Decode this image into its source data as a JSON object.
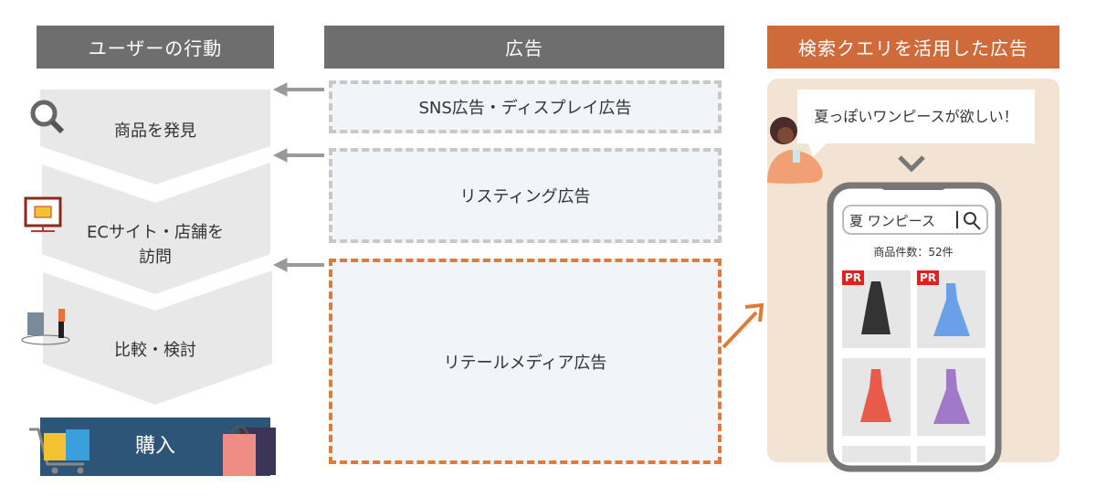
{
  "headers": {
    "user_action": "ユーザーの行動",
    "ads": "広告",
    "query_ads": "検索クエリを活用した広告"
  },
  "steps": [
    {
      "label": "商品を発見",
      "icon": "magnifier-icon"
    },
    {
      "label_line1": "ECサイト・店舗を",
      "label_line2": "訪問",
      "icon": "ec-monitor-icon"
    },
    {
      "label": "比較・検討",
      "icon": "shopper-rack-icon"
    },
    {
      "label": "購入",
      "icon": "shopping-cart-icon"
    }
  ],
  "ads": [
    {
      "label": "SNS広告・ディスプレイ広告"
    },
    {
      "label": "リスティング広告"
    },
    {
      "label": "リテールメディア広告"
    }
  ],
  "query_panel": {
    "speech": "夏っぽいワンピースが欲しい！",
    "search_value": "夏 ワンピース",
    "result_count": "商品件数：52件",
    "pr_badge": "PR"
  },
  "colors": {
    "header_gray": "#6e6e6e",
    "header_orange": "#cf6a3a",
    "purchase_blue": "#2c5577",
    "panel_beige": "#f2e3d3",
    "accent_orange": "#e07a35"
  }
}
